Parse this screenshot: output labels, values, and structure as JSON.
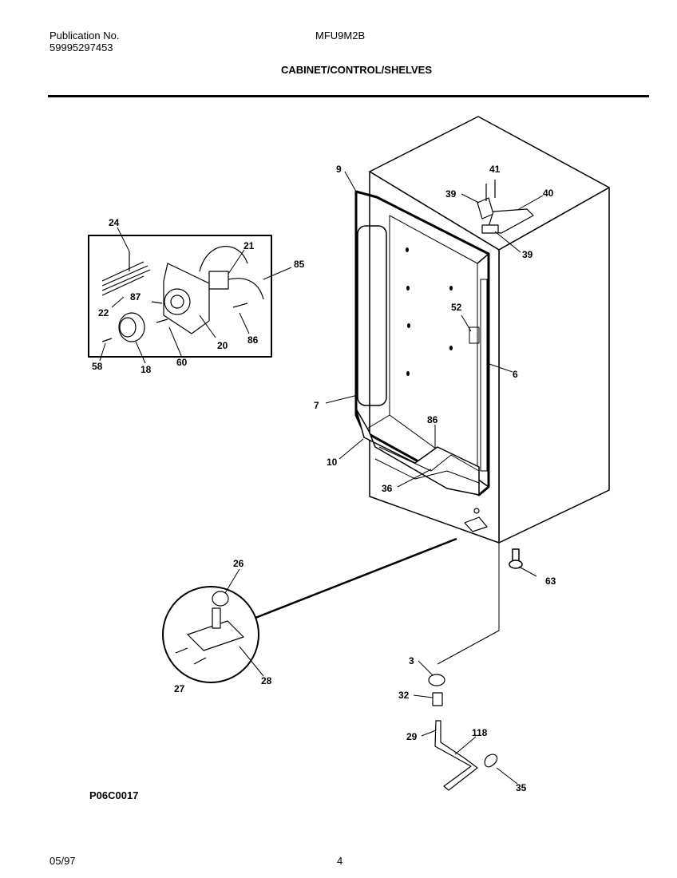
{
  "header": {
    "publication_label": "Publication No.",
    "publication_number": "59995297453",
    "model": "MFU9M2B",
    "section_title": "CABINET/CONTROL/SHELVES"
  },
  "diagram": {
    "callouts": [
      "9",
      "41",
      "39",
      "40",
      "24",
      "21",
      "85",
      "87",
      "22",
      "20",
      "86",
      "58",
      "18",
      "60",
      "39",
      "52",
      "6",
      "7",
      "86",
      "10",
      "36",
      "26",
      "63",
      "28",
      "27",
      "3",
      "32",
      "29",
      "118",
      "35"
    ]
  },
  "footer": {
    "figure_code": "P06C0017",
    "date": "05/97",
    "page": "4"
  }
}
